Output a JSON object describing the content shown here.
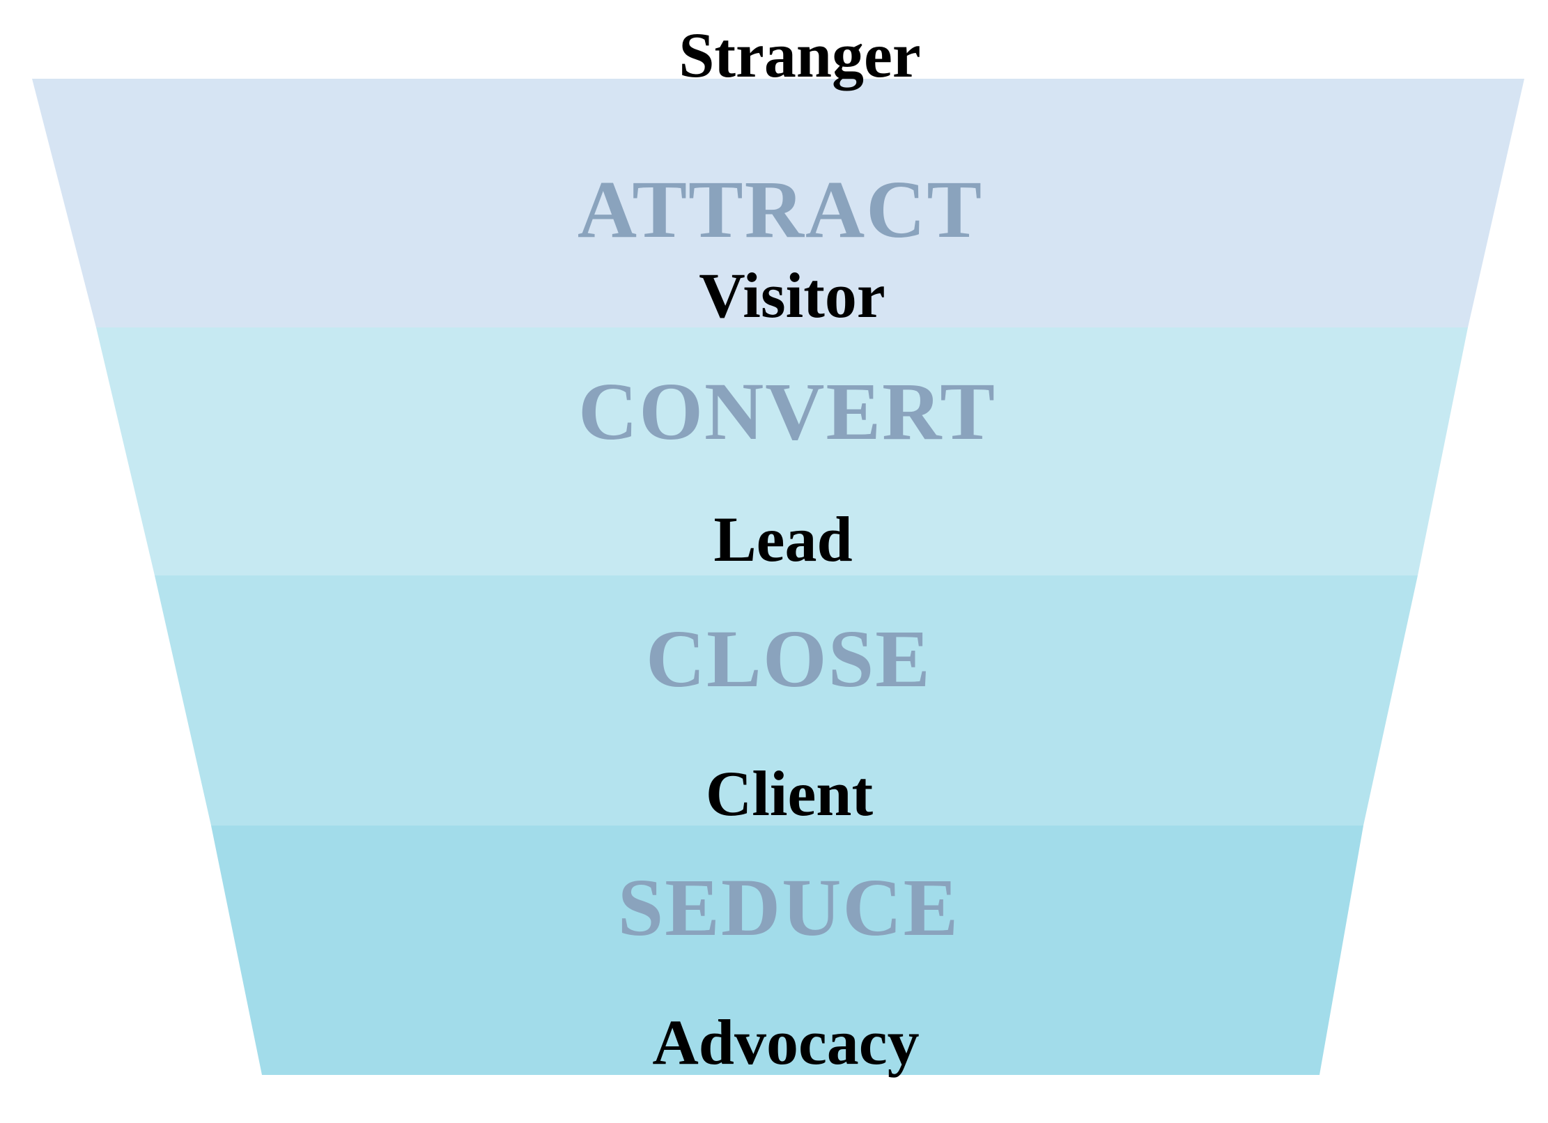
{
  "funnel": {
    "top_label": "Stranger",
    "stages": [
      {
        "name": "ATTRACT",
        "result": "Visitor",
        "color": "#d6e4f3"
      },
      {
        "name": "CONVERT",
        "result": "Lead",
        "color": "#c6e9f2"
      },
      {
        "name": "CLOSE",
        "result": "Client",
        "color": "#b4e3ee"
      },
      {
        "name": "SEDUCE",
        "result": "Advocacy",
        "color": "#a2dcea"
      }
    ],
    "stage_text_color": "#8aa3bd",
    "label_text_color": "#000000"
  }
}
